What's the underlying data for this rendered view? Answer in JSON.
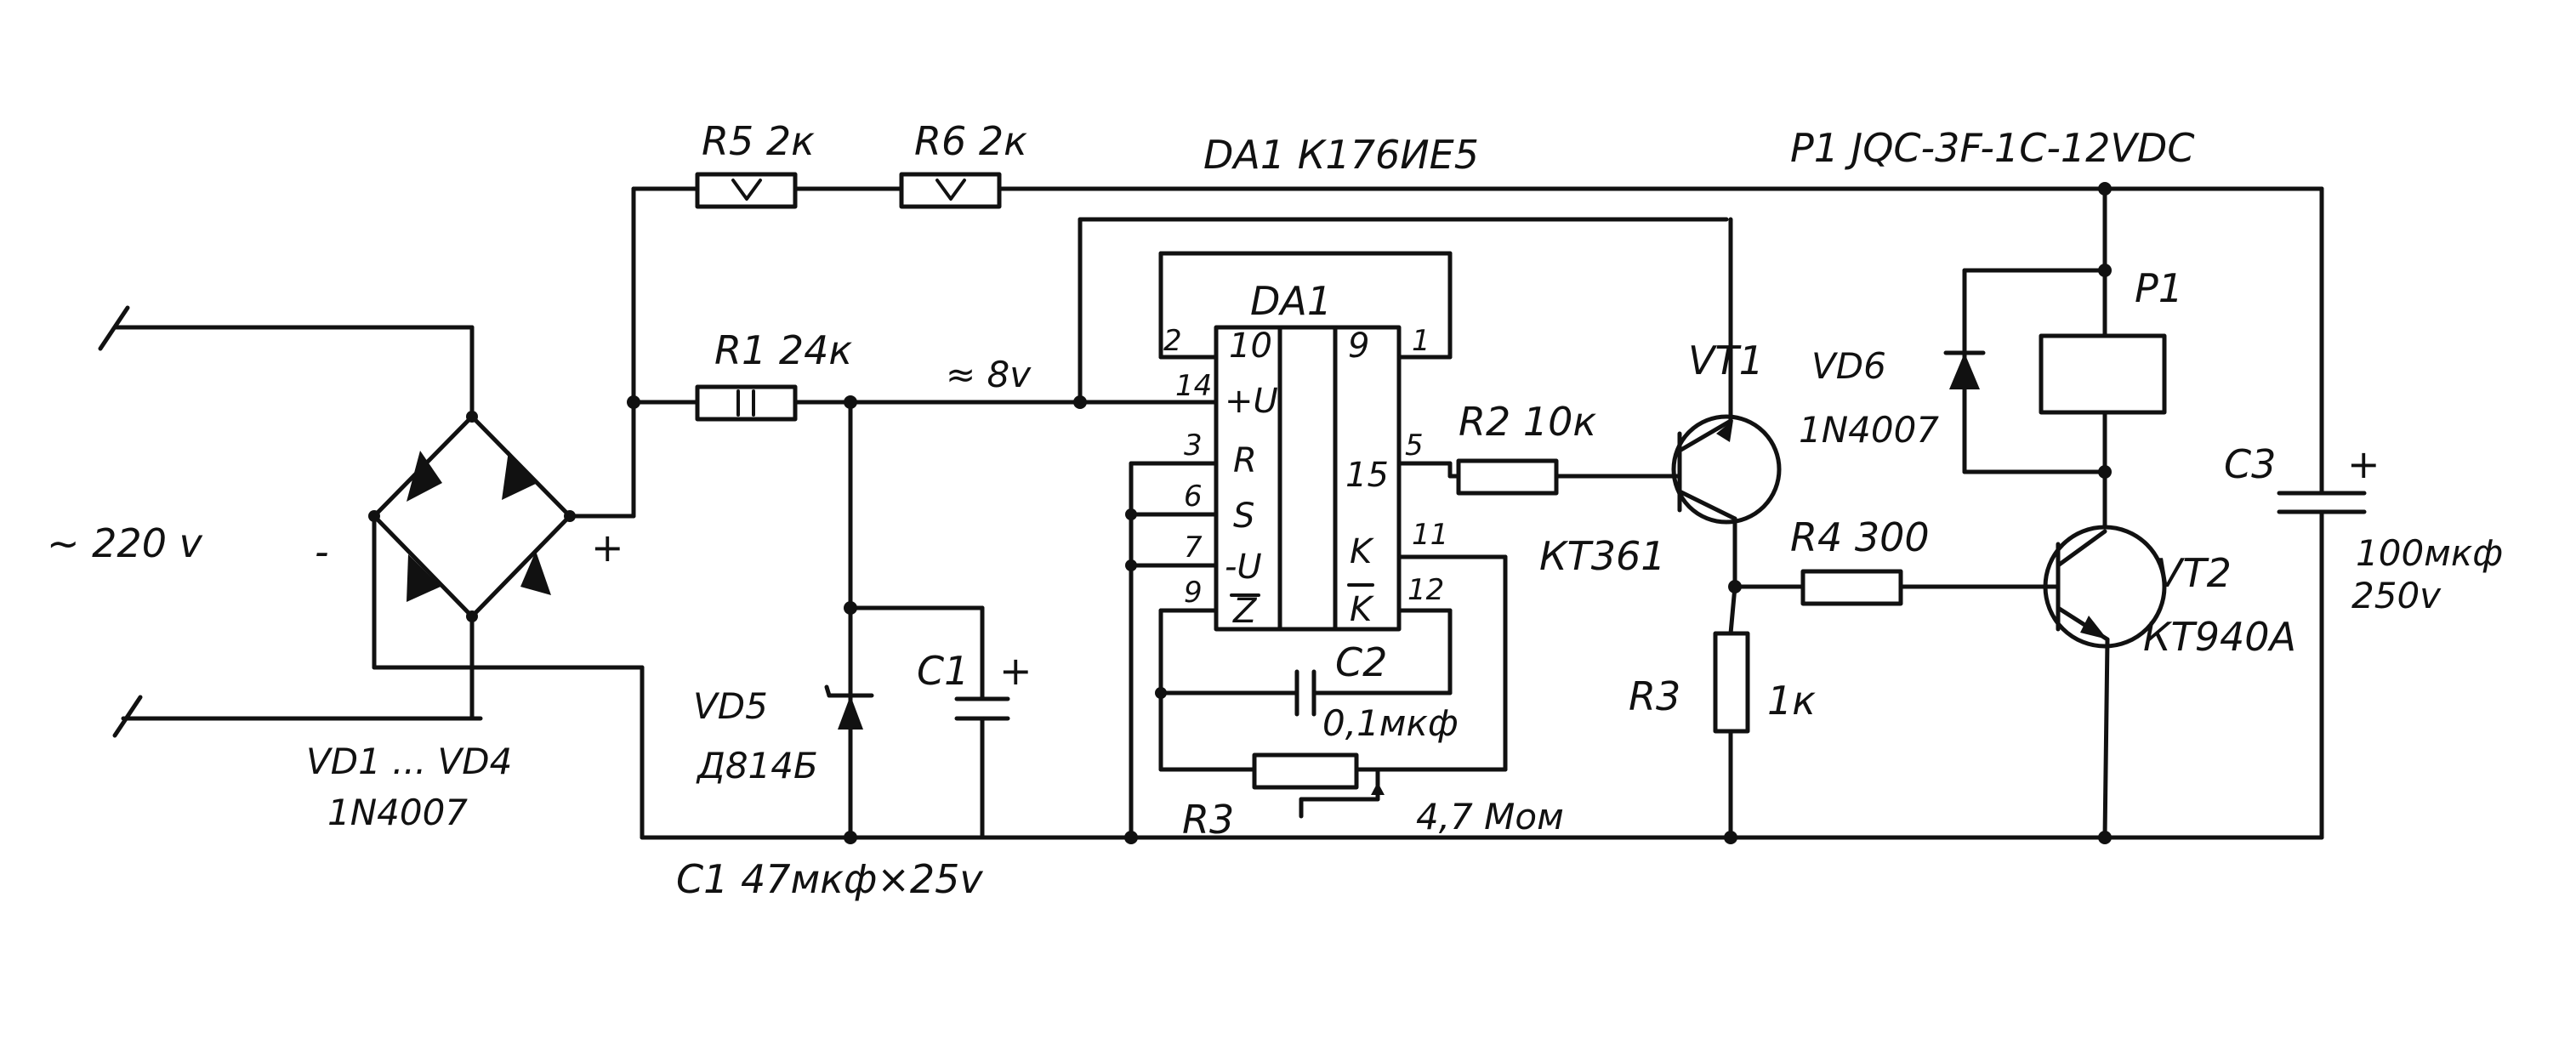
{
  "diagram": {
    "labels": {
      "mains": "~ 220 v",
      "bridge_minus": "-",
      "bridge_plus": "+",
      "bridge_name": "VD1 ... VD4",
      "bridge_type": "1N4007",
      "r5": "R5  2к",
      "r6": "R6  2к",
      "da1_header": "DA1  К176ИЕ5",
      "relay_header": "P1  JQC-3F-1C-12VDC",
      "r1": "R1  24к",
      "voltage": "≈ 8v",
      "da1_title": "DA1",
      "vd5_name": "VD5",
      "vd5_type": "Д814Б",
      "c1": "C1",
      "c1_plus": "+",
      "c1_value": "C1  47мкф×25v",
      "c2": "C2",
      "c2_value": "0,1мкф",
      "r3_pot": "R3",
      "r3_pot_value": "4,7 Мом",
      "r2": "R2  10к",
      "vt1_name": "VT1",
      "vt1_type": "КТ361",
      "r3": "R3",
      "r3_value": "1к",
      "r4": "R4  300",
      "vd6_name": "VD6",
      "vd6_type": "1N4007",
      "p1": "P1",
      "vt2_name": "VT2",
      "vt2_type": "КТ940А",
      "c3": "C3",
      "c3_plus": "+",
      "c3_value": "100мкф",
      "c3_voltage": "250v"
    },
    "da1_pins": {
      "p2": "2",
      "p10": "10",
      "p9": "9",
      "p1": "1",
      "p14": "14",
      "pu": "+U",
      "p3": "3",
      "pr": "R",
      "p6": "6",
      "ps": "S",
      "p7": "7",
      "pmu": "-U",
      "p9b": "9",
      "pz": "Z",
      "p5": "5",
      "p15": "15",
      "pk": "K",
      "p11": "11",
      "pkbar": "K",
      "p12": "12"
    }
  }
}
